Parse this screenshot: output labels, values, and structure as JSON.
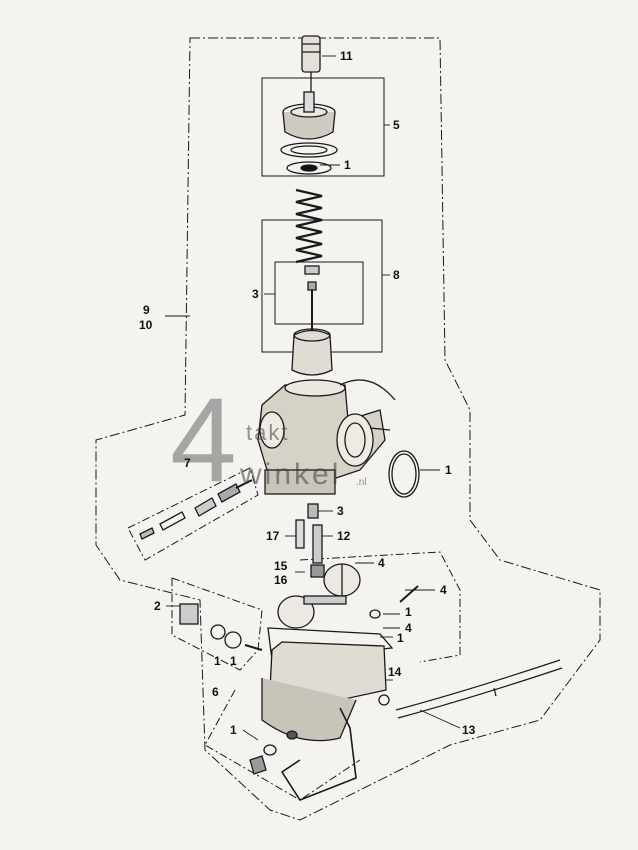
{
  "watermark": {
    "number": "4",
    "line1": "takt",
    "line2": "winkel",
    "suffix": ".nl"
  },
  "callouts": {
    "c11": "11",
    "c5": "5",
    "c1_top": "1",
    "c8": "8",
    "c3_mid": "3",
    "c9": "9",
    "c10": "10",
    "c7": "7",
    "c1_ring": "1",
    "c3_jet": "3",
    "c17": "17",
    "c12": "12",
    "c15": "15",
    "c16": "16",
    "c4_float": "4",
    "c4_right": "4",
    "c2": "2",
    "c1_right_a": "1",
    "c4_right_b": "4",
    "c1_right_c": "1",
    "c1_left_a": "1",
    "c1_left_b": "1",
    "c6": "6",
    "c14": "14",
    "c13": "13",
    "c1_drain": "1"
  }
}
